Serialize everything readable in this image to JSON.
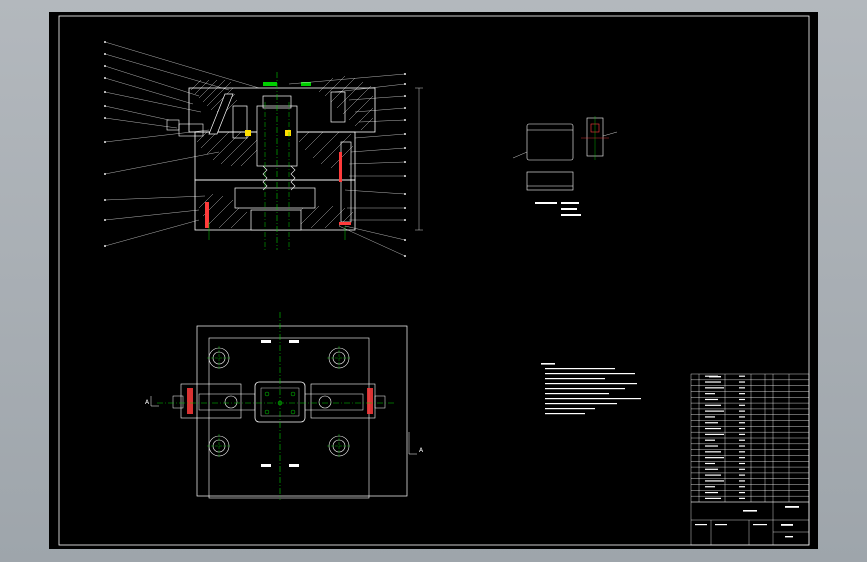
{
  "sheet": {
    "background": "#000000",
    "frame_color": "#ffffff",
    "cut_color": "#ff3b3b",
    "center_line_color": "#00d000",
    "annotation_color": "#ffffff"
  },
  "section_view": {
    "leader_count_left": 12,
    "leader_count_right": 12
  },
  "plan_view": {
    "section_marks": [
      "A",
      "A"
    ]
  },
  "part_sketch": {
    "view_count": 3
  },
  "technical_notes": {
    "line_count": 9
  },
  "title_block": {
    "bom_row_count": 22
  }
}
